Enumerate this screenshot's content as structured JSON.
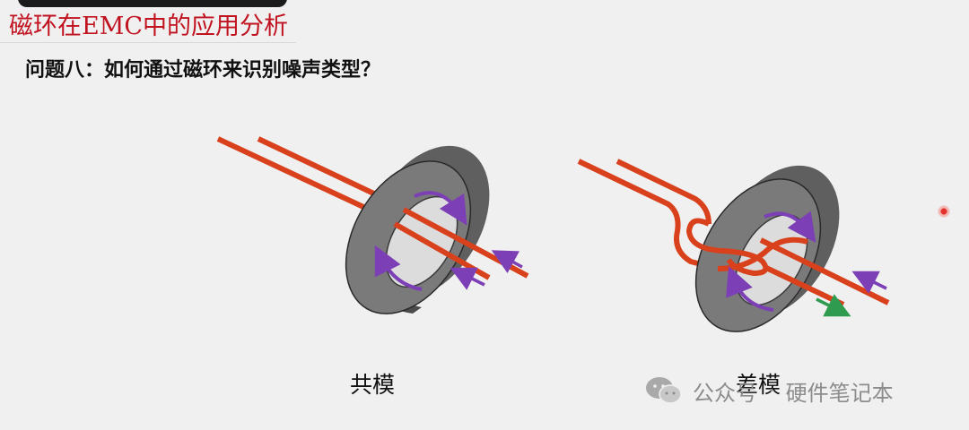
{
  "header": {
    "title": "磁环在EMC中的应用分析"
  },
  "question": "问题八：如何通过磁环来识别噪声类型？",
  "diagrams": {
    "common_mode_label": "共模",
    "differential_mode_label": "差模"
  },
  "watermark": {
    "prefix": "公众号",
    "separator": "·",
    "account": "硬件笔记本"
  },
  "colors": {
    "title_red": "#c1121f",
    "wire_orange": "#d9401c",
    "ferrite_gray": "#6e6e6e",
    "flux_purple": "#7c3fb5",
    "current_green": "#2e9b4e"
  }
}
